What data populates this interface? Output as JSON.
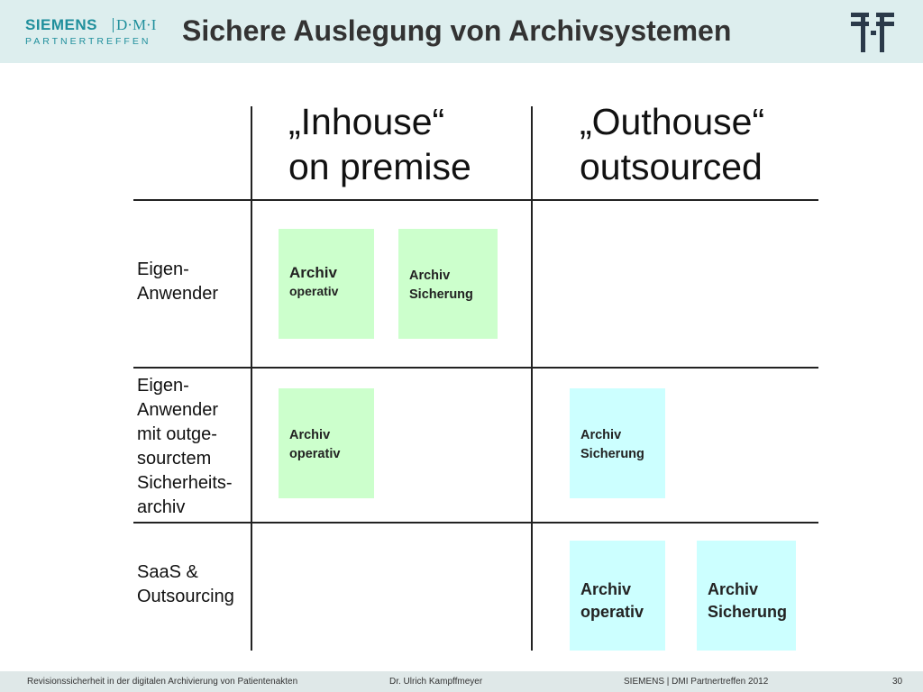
{
  "header": {
    "logo_siemens": "SIEMENS",
    "logo_dmi": "D·M·I",
    "logo_partner": "PARTNERTREFFEN",
    "title": "Sichere Auslegung von Archivsystemen"
  },
  "diagram": {
    "col_inhouse_line1": "„Inhouse“",
    "col_inhouse_line2": "on premise",
    "col_outhouse_line1": "„Outhouse“",
    "col_outhouse_line2": "outsourced",
    "row1_label": [
      "Eigen-",
      "Anwender"
    ],
    "row2_label": [
      "Eigen-",
      "Anwender",
      "mit outge-",
      "sourctem",
      "Sicherheits-",
      "archiv"
    ],
    "row3_label": [
      "SaaS &",
      "Outsourcing"
    ],
    "r1_box1": [
      "Archiv",
      "operativ"
    ],
    "r1_box2": [
      "Archiv",
      "Sicherung"
    ],
    "r2_box1": [
      "Archiv",
      "operativ"
    ],
    "r2_box2": [
      "Archiv",
      "Sicherung"
    ],
    "r3_box1": [
      "Archiv",
      "operativ"
    ],
    "r3_box2": [
      "Archiv",
      "Sicherung"
    ]
  },
  "footer": {
    "left": "Revisionssicherheit in der digitalen Archivierung von Patientenakten",
    "author": "Dr. Ulrich Kampffmeyer",
    "event": "SIEMENS | DMI Partnertreffen 2012",
    "page": "30"
  },
  "colors": {
    "green_box": "#ccffcc",
    "cyan_box": "#ccffff",
    "brand_teal": "#1f8f9c",
    "header_bg": "#ddeeee"
  }
}
